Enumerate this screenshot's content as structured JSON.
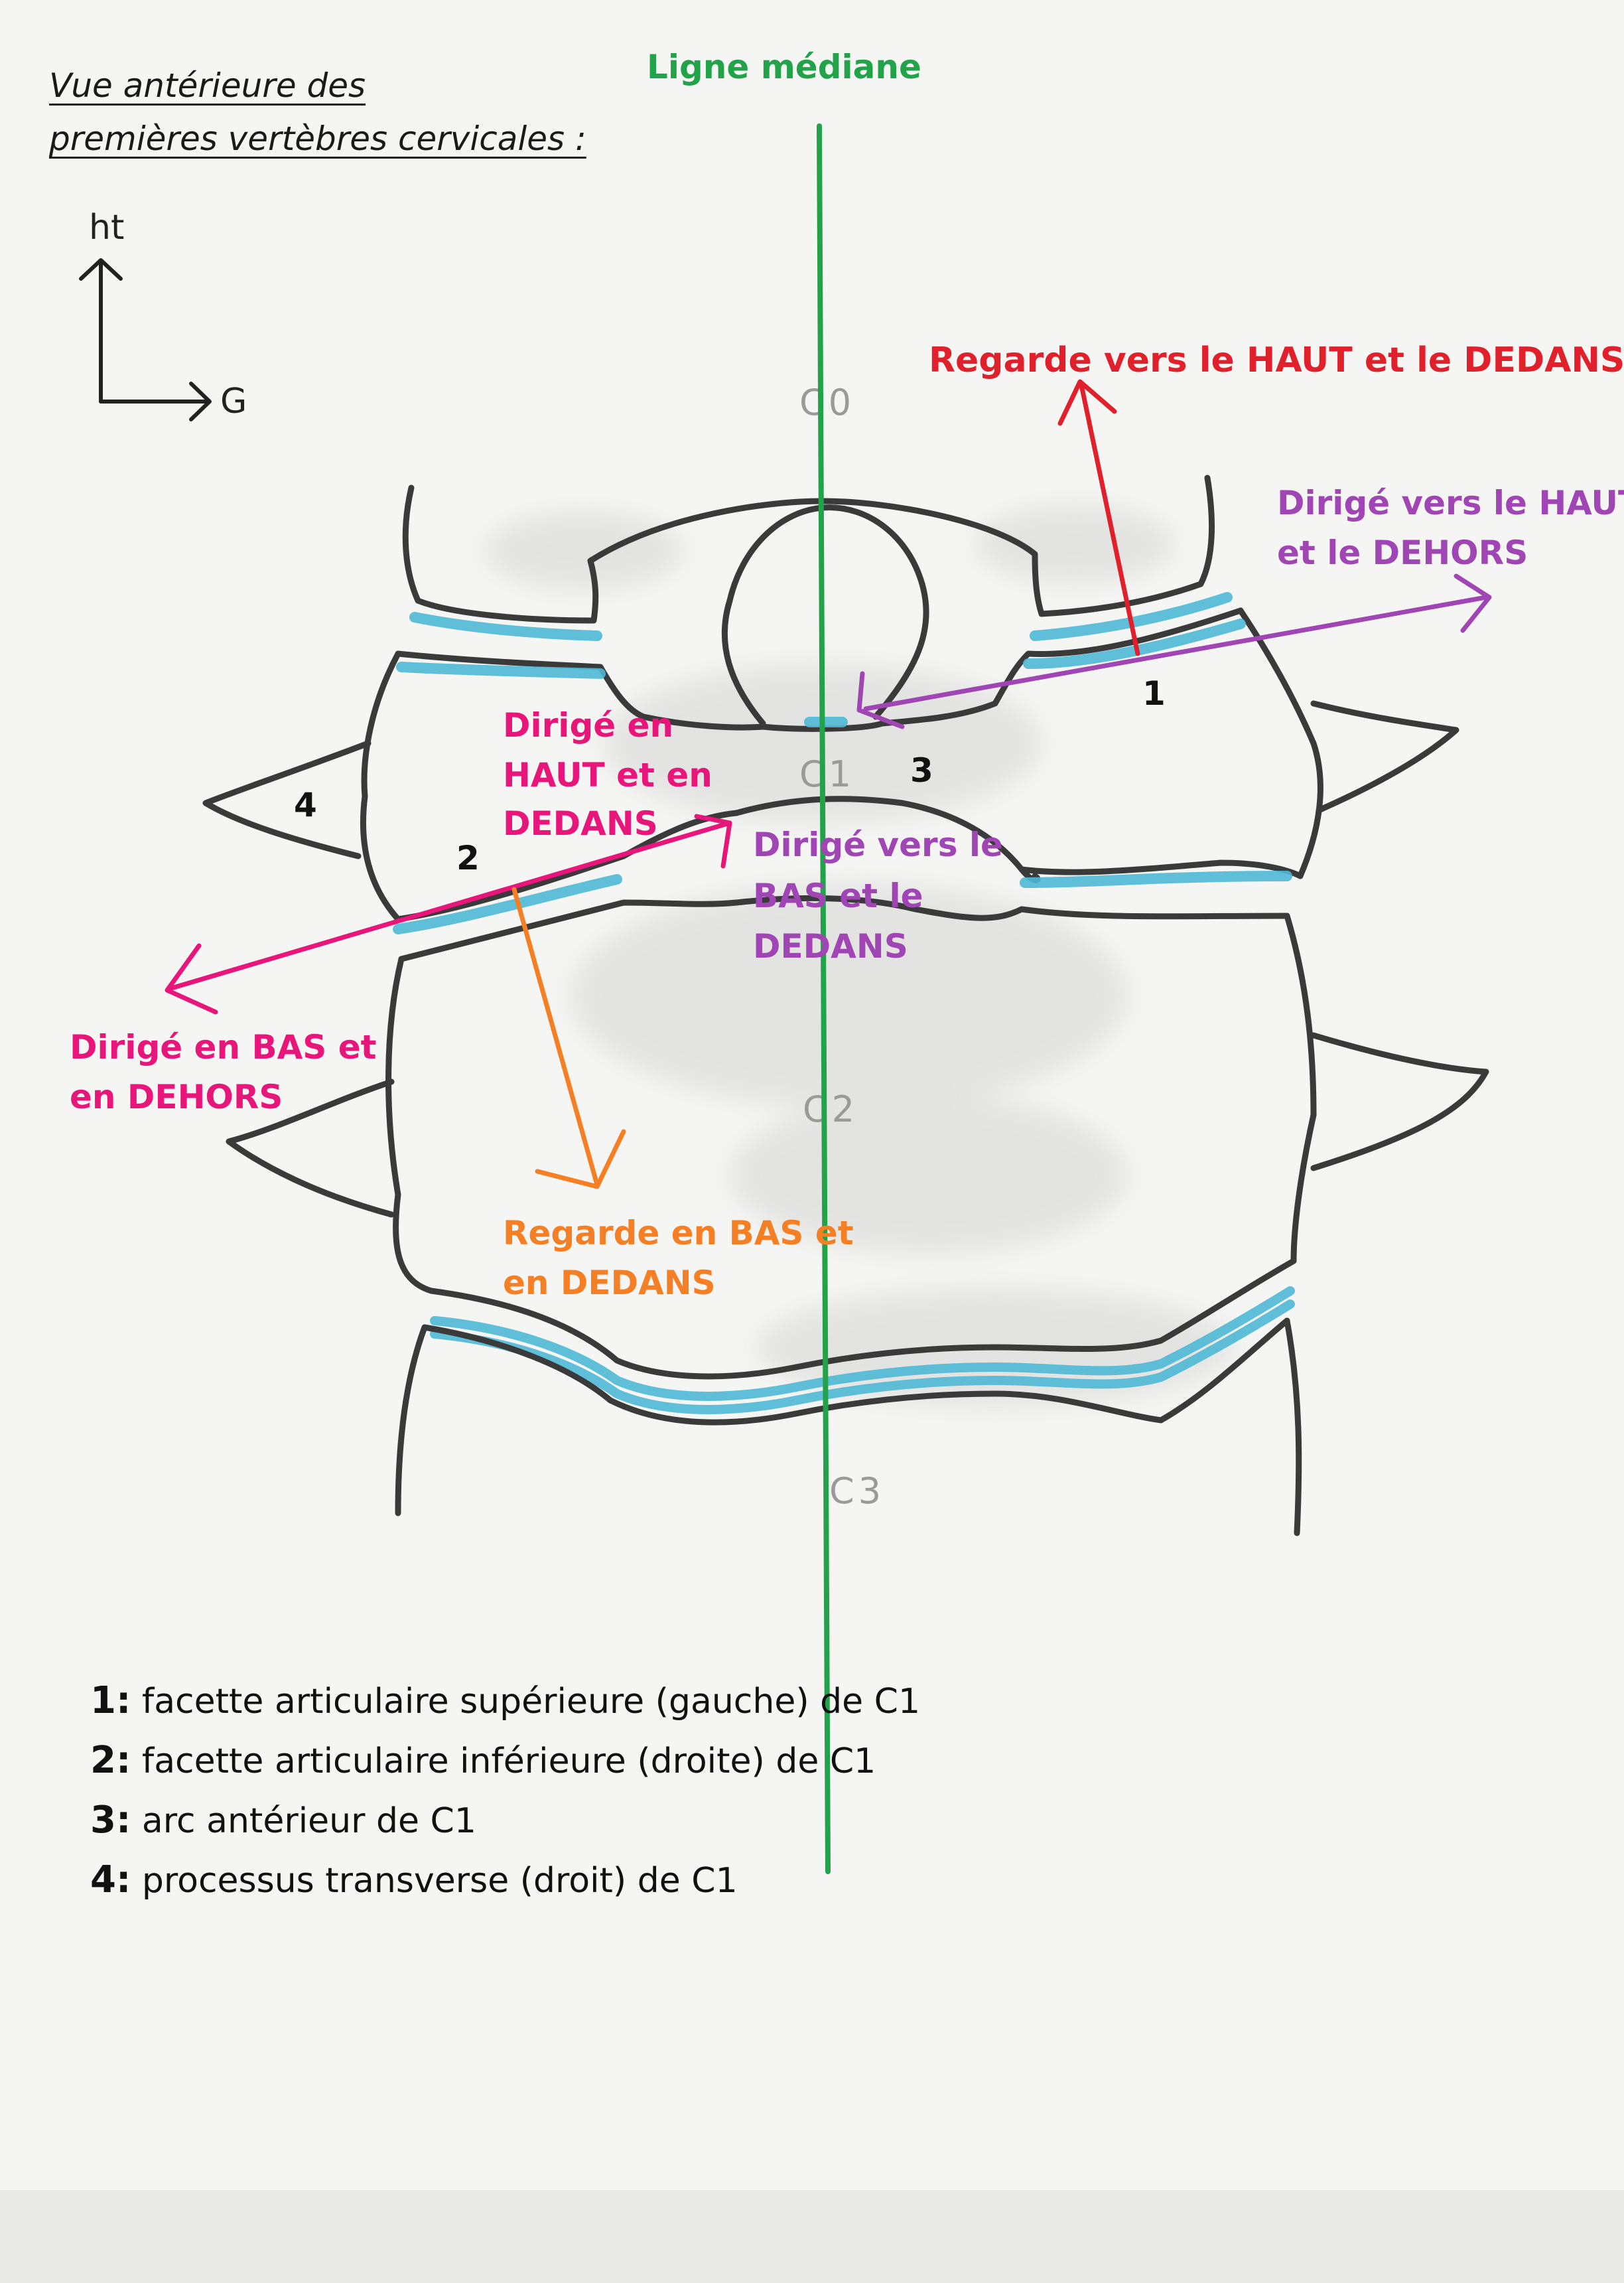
{
  "title": {
    "line1": "Vue antérieure des",
    "line2": "premières vertèbres cervicales :"
  },
  "orientation": {
    "up": "ht",
    "side": "G"
  },
  "midline_label": "Ligne médiane",
  "vertebrae": {
    "c0": "C0",
    "c1": "C1",
    "c2": "C2",
    "c3": "C3"
  },
  "markers": {
    "m1": "1",
    "m2": "2",
    "m3": "3",
    "m4": "4"
  },
  "annotations": {
    "red": "Regarde vers le HAUT et le DEDANS",
    "purple_top_1": "Dirigé vers le HAUT",
    "purple_top_2": "et le DEHORS",
    "pink_mid_1": "Dirigé en",
    "pink_mid_2": "HAUT et en",
    "pink_mid_3": "DEDANS",
    "purple_mid_1": "Dirigé vers le",
    "purple_mid_2": "BAS et le",
    "purple_mid_3": "DEDANS",
    "pink_bot_1": "Dirigé en BAS et",
    "pink_bot_2": "en DEHORS",
    "orange_1": "Regarde en BAS et",
    "orange_2": "en DEDANS"
  },
  "legend": [
    {
      "num": "1:",
      "text": "facette articulaire supérieure (gauche) de C1"
    },
    {
      "num": "2:",
      "text": "facette articulaire inférieure (droite) de C1"
    },
    {
      "num": "3:",
      "text": "arc antérieur de C1"
    },
    {
      "num": "4:",
      "text": "processus transverse (droit) de C1"
    }
  ],
  "colors": {
    "outline": "#3a3a3a",
    "cartilage": "#4fb9d6",
    "midline": "#22a34a",
    "red": "#e0202a",
    "purple": "#a046b4",
    "pink": "#e8157a",
    "orange": "#f57f25"
  }
}
